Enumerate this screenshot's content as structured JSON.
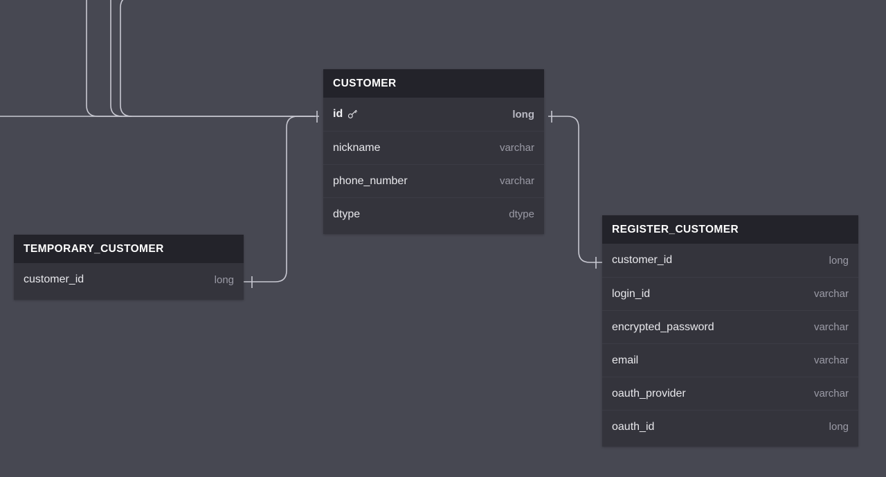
{
  "diagram": {
    "type": "entity-relationship-diagram",
    "background_color": "#474852",
    "entity_body_color": "#34343c",
    "entity_header_color": "#23232a",
    "edge_color": "#c9c9d2"
  },
  "entities": [
    {
      "id": "customer",
      "name": "CUSTOMER",
      "attributes": [
        {
          "name": "id",
          "type": "long",
          "primary_key": true,
          "key_icon": "key-icon"
        },
        {
          "name": "nickname",
          "type": "varchar",
          "primary_key": false
        },
        {
          "name": "phone_number",
          "type": "varchar",
          "primary_key": false
        },
        {
          "name": "dtype",
          "type": "dtype",
          "primary_key": false
        }
      ]
    },
    {
      "id": "temporary_customer",
      "name": "TEMPORARY_CUSTOMER",
      "attributes": [
        {
          "name": "customer_id",
          "type": "long",
          "primary_key": false
        }
      ]
    },
    {
      "id": "register_customer",
      "name": "REGISTER_CUSTOMER",
      "attributes": [
        {
          "name": "customer_id",
          "type": "long",
          "primary_key": false
        },
        {
          "name": "login_id",
          "type": "varchar",
          "primary_key": false
        },
        {
          "name": "encrypted_password",
          "type": "varchar",
          "primary_key": false
        },
        {
          "name": "email",
          "type": "varchar",
          "primary_key": false
        },
        {
          "name": "oauth_provider",
          "type": "varchar",
          "primary_key": false
        },
        {
          "name": "oauth_id",
          "type": "long",
          "primary_key": false
        }
      ]
    }
  ],
  "relationships": [
    {
      "from": "temporary_customer.customer_id",
      "to": "customer.id"
    },
    {
      "from": "customer.id",
      "to": "register_customer.customer_id"
    }
  ]
}
